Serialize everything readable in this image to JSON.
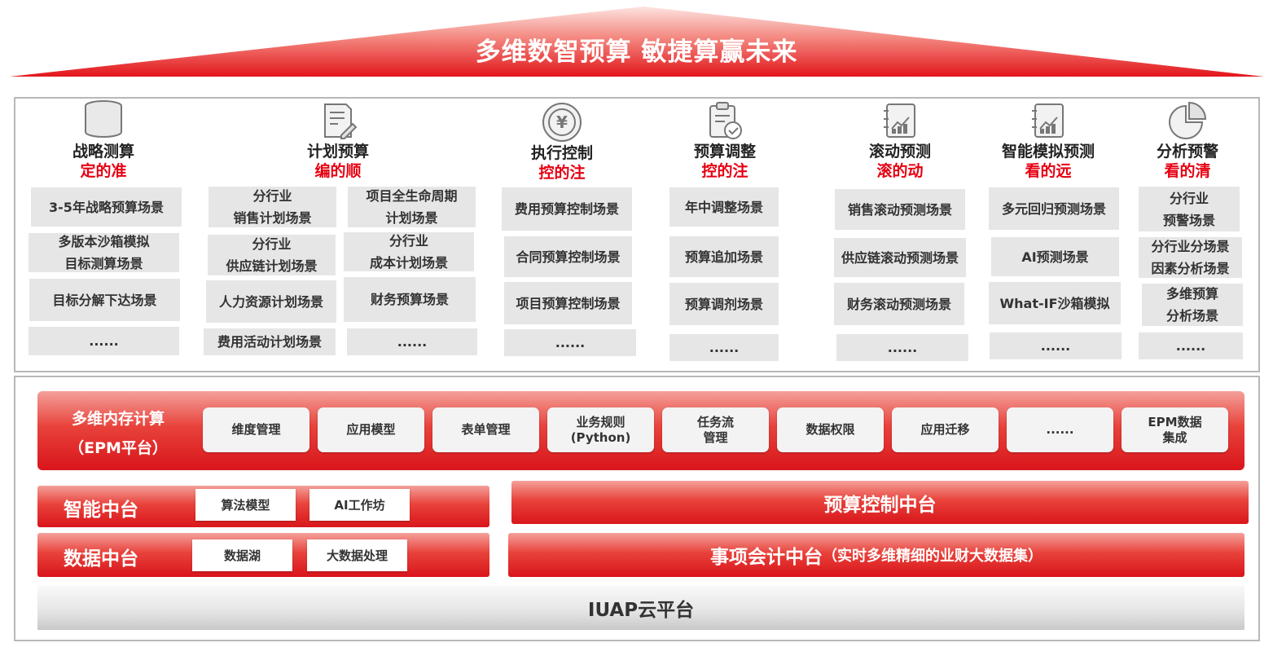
{
  "roof": {
    "title": "多维数智预算   敏捷算赢未来"
  },
  "columns": [
    {
      "icon": "database-icon",
      "title": "战略测算",
      "subtitle": "定的准"
    },
    {
      "icon": "document-edit-icon",
      "title": "计划预算",
      "subtitle": "编的顺"
    },
    {
      "icon": "yuan-coin-icon",
      "title": "执行控制",
      "subtitle": "控的注"
    },
    {
      "icon": "clipboard-check-icon",
      "title": "预算调整",
      "subtitle": "控的注"
    },
    {
      "icon": "chart-notebook-icon",
      "title": "滚动预测",
      "subtitle": "滚的动"
    },
    {
      "icon": "chart-notebook-icon",
      "title": "智能模拟预测",
      "subtitle": "看的远"
    },
    {
      "icon": "pie-chart-icon",
      "title": "分析预警",
      "subtitle": "看的清"
    }
  ],
  "scenarios": {
    "strategy": [
      "3-5年战略预算场景",
      "多版本沙箱模拟\n目标测算场景",
      "目标分解下达场景",
      "......"
    ],
    "plan_left": [
      "分行业\n销售计划场景",
      "分行业\n供应链计划场景",
      "人力资源计划场景",
      "费用活动计划场景"
    ],
    "plan_right": [
      "项目全生命周期\n计划场景",
      "分行业\n成本计划场景",
      "财务预算场景",
      "......"
    ],
    "control": [
      "费用预算控制场景",
      "合同预算控制场景",
      "项目预算控制场景",
      "......"
    ],
    "adjust": [
      "年中调整场景",
      "预算追加场景",
      "预算调剂场景",
      "......"
    ],
    "rolling": [
      "销售滚动预测场景",
      "供应链滚动预测场景",
      "财务滚动预测场景",
      "......"
    ],
    "ai": [
      "多元回归预测场景",
      "AI预测场景",
      "What-IF沙箱模拟",
      "......"
    ],
    "analysis": [
      "分行业\n预警场景",
      "分行业分场景\n因素分析场景",
      "多维预算\n分析场景",
      "......"
    ]
  },
  "epm": {
    "label_line1": "多维内存计算",
    "label_line2": "（EPM平台）",
    "chips": [
      "维度管理",
      "应用模型",
      "表单管理",
      "业务规则\n(Python)",
      "任务流\n管理",
      "数据权限",
      "应用迁移",
      "......",
      "EPM数据\n集成"
    ]
  },
  "smart_platform": {
    "label": "智能中台",
    "chips": [
      "算法模型",
      "AI工作坊"
    ]
  },
  "data_platform": {
    "label": "数据中台",
    "chips": [
      "数据湖",
      "大数据处理"
    ]
  },
  "budget_control": {
    "label": "预算控制中台"
  },
  "accounting": {
    "label": "事项会计中台",
    "note": "（实时多维精细的业财大数据集）"
  },
  "cloud": {
    "label": "IUAP云平台"
  }
}
